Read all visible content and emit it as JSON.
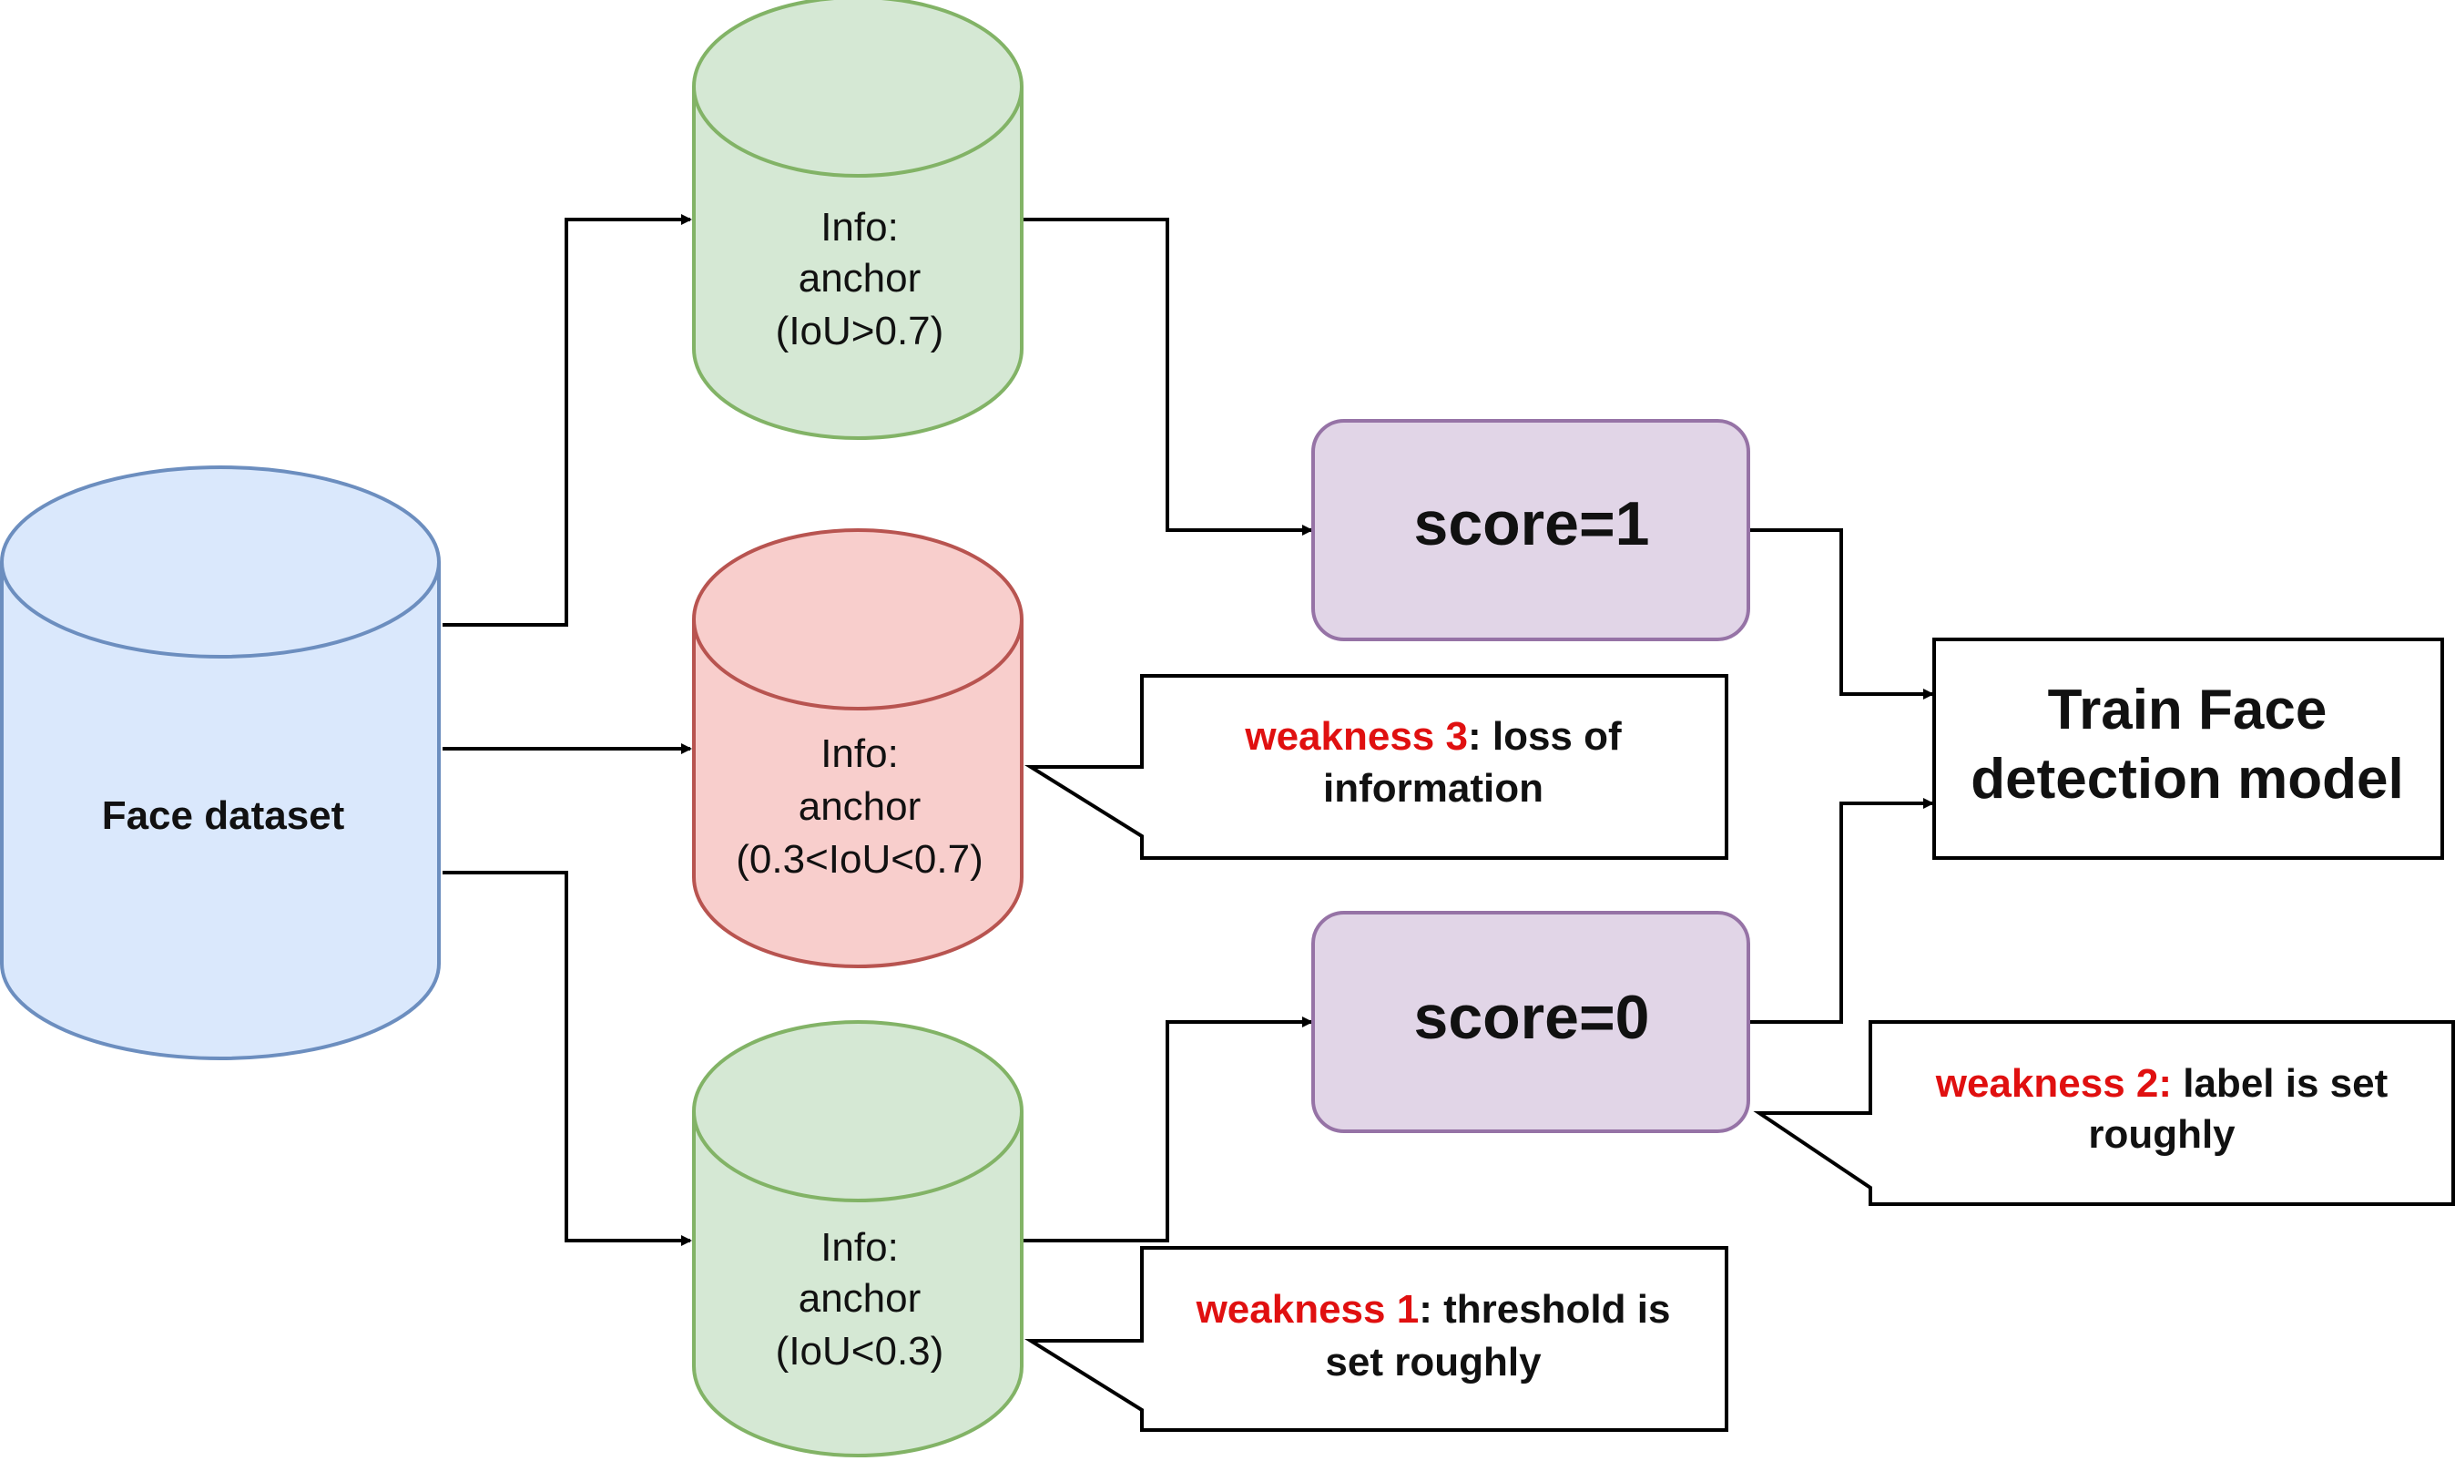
{
  "colors": {
    "blue_fill": "#dae8fc",
    "blue_stroke": "#6c8ebf",
    "green_fill": "#d5e8d4",
    "green_stroke": "#82b366",
    "red_fill": "#f8cecc",
    "red_stroke": "#b85450",
    "purple_fill": "#e1d5e7",
    "purple_stroke": "#9673a6",
    "weakness_red": "#e01010",
    "line": "#000000"
  },
  "source": {
    "label": "Face dataset"
  },
  "anchor_groups": [
    {
      "line1": "Info:",
      "line2": "anchor",
      "line3": "(IoU>0.7)"
    },
    {
      "line1": "Info:",
      "line2": "anchor",
      "line3": "(0.3<IoU<0.7)"
    },
    {
      "line1": "Info:",
      "line2": "anchor",
      "line3": "(IoU<0.3)"
    }
  ],
  "scores": [
    {
      "label": "score=1"
    },
    {
      "label": "score=0"
    }
  ],
  "target": {
    "line1": "Train Face",
    "line2": "detection model"
  },
  "callouts": [
    {
      "prefix": "weakness 3",
      "rest": ": loss of",
      "line2": "information"
    },
    {
      "prefix": "weakness 2:",
      "rest": " label is set",
      "line2": "roughly"
    },
    {
      "prefix": "weakness 1",
      "rest": ": threshold is",
      "line2": "set roughly"
    }
  ]
}
